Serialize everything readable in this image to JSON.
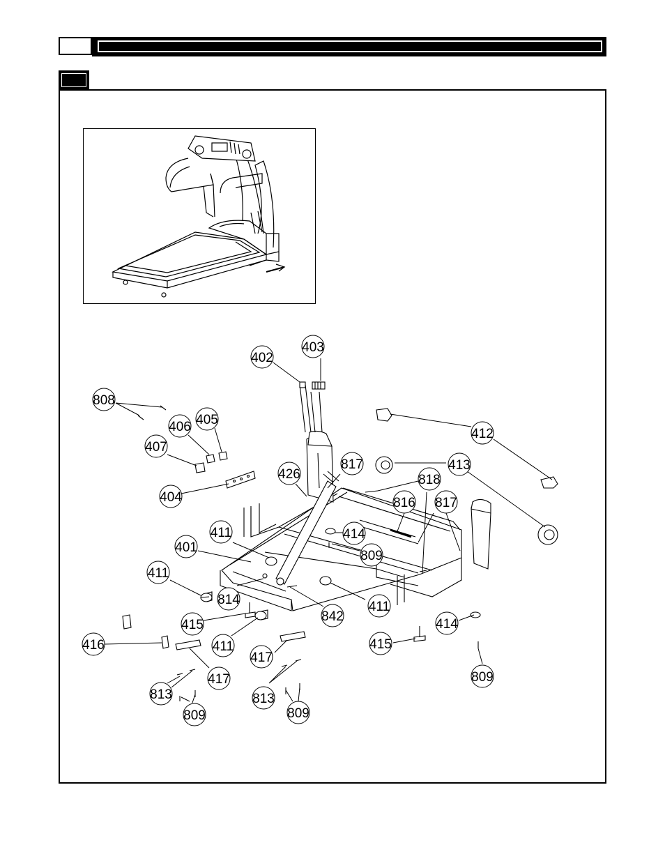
{
  "callouts": [
    {
      "id": "c402",
      "label": "402"
    },
    {
      "id": "c403",
      "label": "403"
    },
    {
      "id": "c808",
      "label": "808"
    },
    {
      "id": "c405",
      "label": "405"
    },
    {
      "id": "c406",
      "label": "406"
    },
    {
      "id": "c407",
      "label": "407"
    },
    {
      "id": "c412",
      "label": "412"
    },
    {
      "id": "c817a",
      "label": "817"
    },
    {
      "id": "c413",
      "label": "413"
    },
    {
      "id": "c426",
      "label": "426"
    },
    {
      "id": "c818",
      "label": "818"
    },
    {
      "id": "c404",
      "label": "404"
    },
    {
      "id": "c816",
      "label": "816"
    },
    {
      "id": "c817b",
      "label": "817"
    },
    {
      "id": "c411a",
      "label": "411"
    },
    {
      "id": "c414a",
      "label": "414"
    },
    {
      "id": "c401",
      "label": "401"
    },
    {
      "id": "c809a",
      "label": "809"
    },
    {
      "id": "c411b",
      "label": "411"
    },
    {
      "id": "c814",
      "label": "814"
    },
    {
      "id": "c842",
      "label": "842"
    },
    {
      "id": "c411c",
      "label": "411"
    },
    {
      "id": "c415a",
      "label": "415"
    },
    {
      "id": "c414b",
      "label": "414"
    },
    {
      "id": "c416",
      "label": "416"
    },
    {
      "id": "c411d",
      "label": "411"
    },
    {
      "id": "c415b",
      "label": "415"
    },
    {
      "id": "c417a",
      "label": "417"
    },
    {
      "id": "c417b",
      "label": "417"
    },
    {
      "id": "c809b",
      "label": "809"
    },
    {
      "id": "c813a",
      "label": "813"
    },
    {
      "id": "c813b",
      "label": "813"
    },
    {
      "id": "c809c",
      "label": "809"
    },
    {
      "id": "c809d",
      "label": "809"
    }
  ]
}
